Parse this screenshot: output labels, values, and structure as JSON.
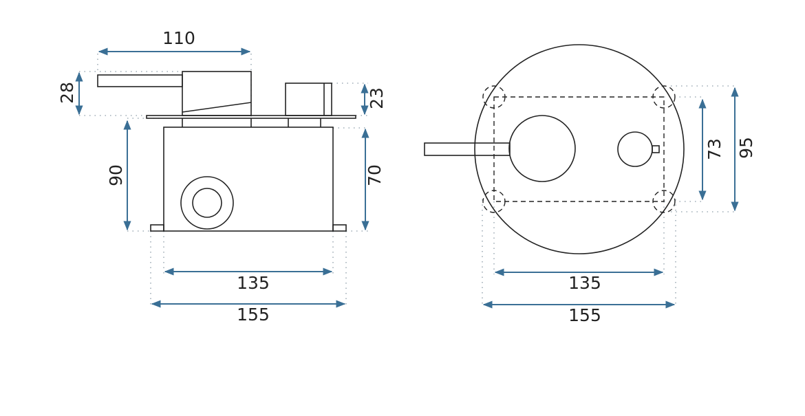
{
  "side_view": {
    "dims": {
      "handle_length": "110",
      "handle_height": "28",
      "knob_height": "23",
      "total_depth": "90",
      "box_depth": "70",
      "box_inner_width": "135",
      "box_outer_width": "155"
    }
  },
  "front_view": {
    "dims": {
      "inner_height": "73",
      "outer_height": "95",
      "inner_width": "135",
      "outer_width": "155"
    }
  },
  "colors": {
    "dimension": "#3a6f95",
    "outline": "#222222"
  }
}
